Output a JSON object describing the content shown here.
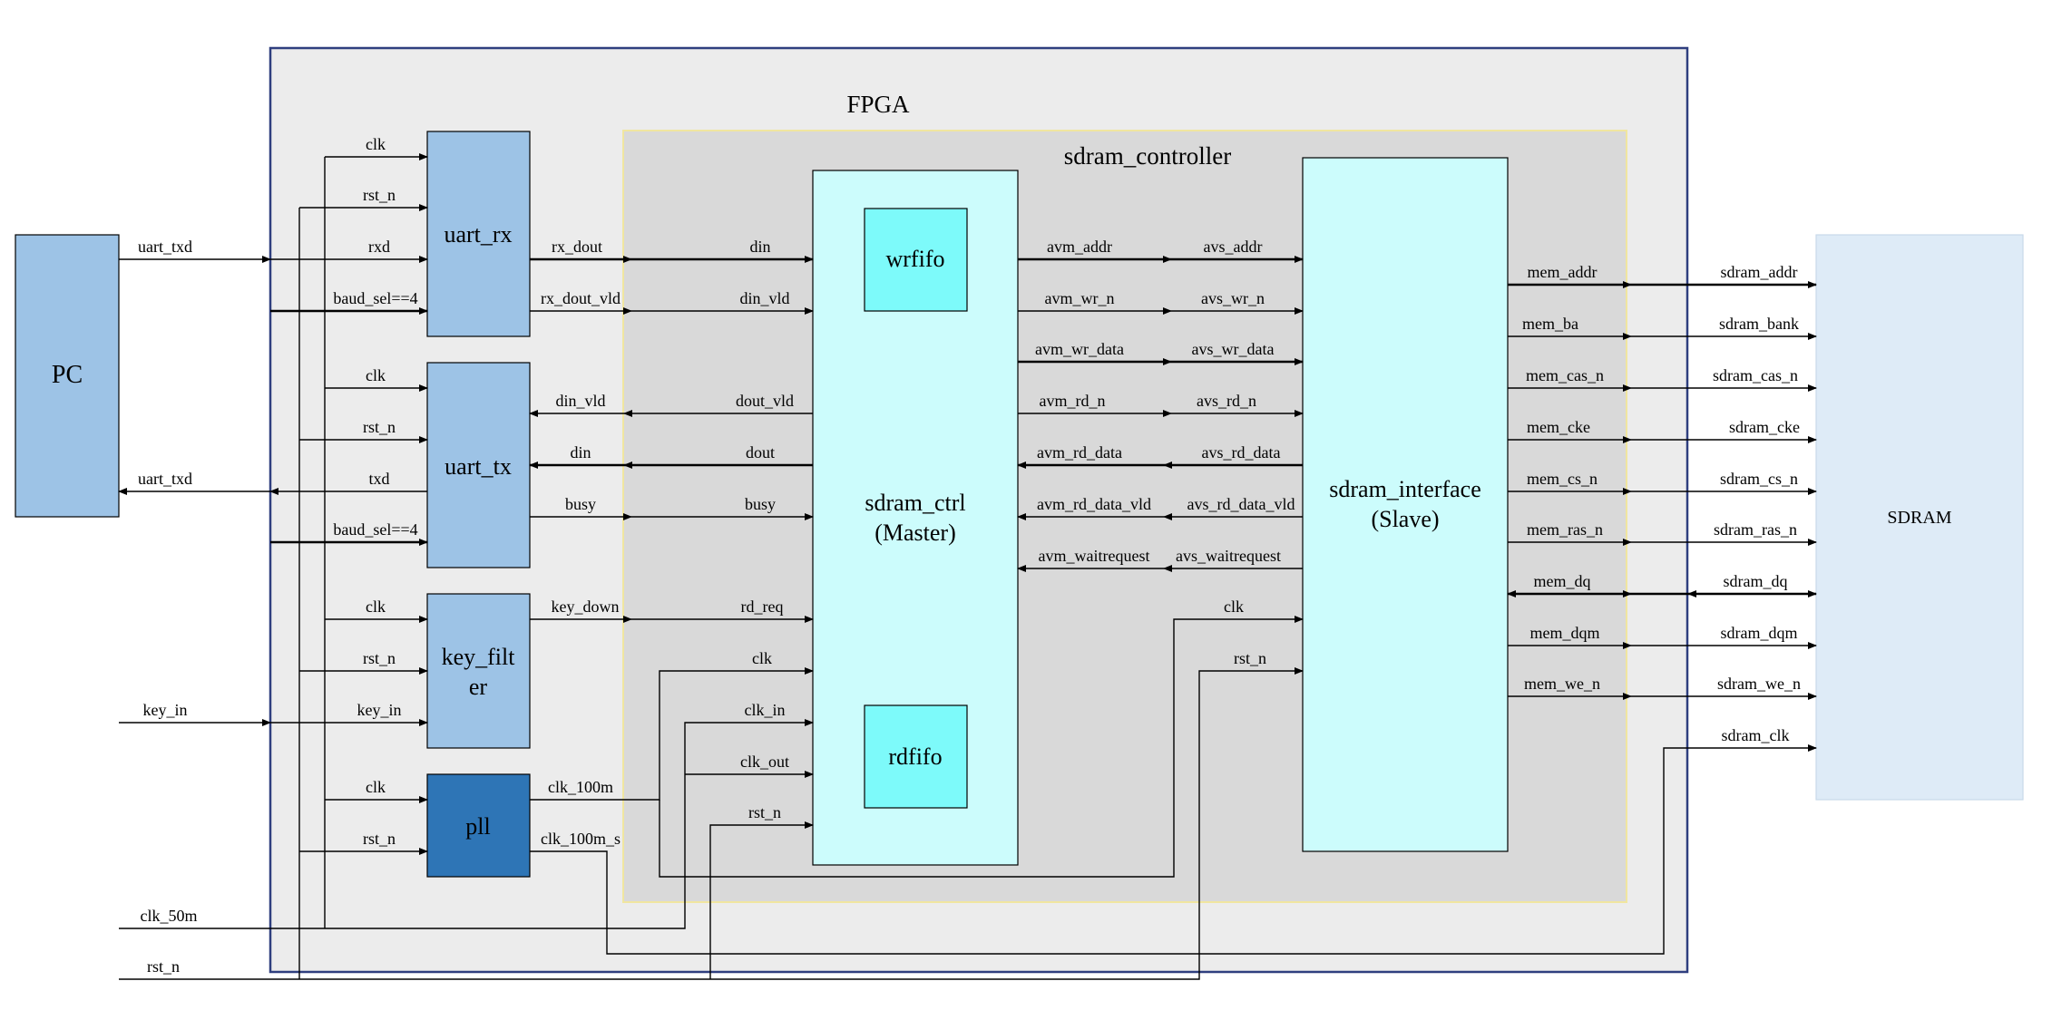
{
  "colors": {
    "fpga_bg": "#ececec",
    "fpga_border": "#2f3f7f",
    "controller_bg": "#d9d9d9",
    "controller_border": "#f0e6a0",
    "module_light": "#9dc3e6",
    "module_dark": "#2e75b6",
    "core_cyan": "#ccfcfc",
    "fifo_cyan": "#7dfafa",
    "sdram_bg": "#deebf7",
    "wire": "#000000"
  },
  "blocks": {
    "fpga": "FPGA",
    "sdram_controller": "sdram_controller",
    "pc": "PC",
    "sdram": "SDRAM",
    "uart_rx": "uart_rx",
    "uart_tx": "uart_tx",
    "key_filter_line1": "key_filt",
    "key_filter_line2": "er",
    "pll": "pll",
    "sdram_ctrl_line1": "sdram_ctrl",
    "sdram_ctrl_line2": "(Master)",
    "sdram_interface_line1": "sdram_interface",
    "sdram_interface_line2": "(Slave)",
    "wrfifo": "wrfifo",
    "rdfifo": "rdfifo"
  },
  "signals": {
    "pc_uart_txd_in": "uart_txd",
    "pc_uart_txd_out": "uart_txd",
    "key_in_ext": "key_in",
    "clk_50m": "clk_50m",
    "rst_n_ext": "rst_n",
    "uart_rx_clk": "clk",
    "uart_rx_rst_n": "rst_n",
    "uart_rx_rxd": "rxd",
    "uart_rx_baud_sel": "baud_sel==4",
    "uart_tx_clk": "clk",
    "uart_tx_rst_n": "rst_n",
    "uart_tx_txd": "txd",
    "uart_tx_baud_sel": "baud_sel==4",
    "key_filter_clk": "clk",
    "key_filter_rst_n": "rst_n",
    "key_filter_key_in": "key_in",
    "pll_clk": "clk",
    "pll_rst_n": "rst_n",
    "rx_dout": "rx_dout",
    "rx_dout_vld": "rx_dout_vld",
    "din_vld_tx": "din_vld",
    "din_tx": "din",
    "busy_tx": "busy",
    "key_down": "key_down",
    "clk_100m": "clk_100m",
    "clk_100m_s": "clk_100m_s",
    "ctrl_din": "din",
    "ctrl_din_vld": "din_vld",
    "ctrl_dout_vld": "dout_vld",
    "ctrl_dout": "dout",
    "ctrl_busy": "busy",
    "ctrl_rd_req": "rd_req",
    "ctrl_clk": "clk",
    "ctrl_clk_in": "clk_in",
    "ctrl_clk_out": "clk_out",
    "ctrl_rst_n": "rst_n",
    "avm_addr": "avm_addr",
    "avm_wr_n": "avm_wr_n",
    "avm_wr_data": "avm_wr_data",
    "avm_rd_n": "avm_rd_n",
    "avm_rd_data": "avm_rd_data",
    "avm_rd_data_vld": "avm_rd_data_vld",
    "avm_waitrequest": "avm_waitrequest",
    "avs_addr": "avs_addr",
    "avs_wr_n": "avs_wr_n",
    "avs_wr_data": "avs_wr_data",
    "avs_rd_n": "avs_rd_n",
    "avs_rd_data": "avs_rd_data",
    "avs_rd_data_vld": "avs_rd_data_vld",
    "avs_waitrequest": "avs_waitrequest",
    "if_clk": "clk",
    "if_rst_n": "rst_n",
    "mem_addr": "mem_addr",
    "mem_ba": "mem_ba",
    "mem_cas_n": "mem_cas_n",
    "mem_cke": "mem_cke",
    "mem_cs_n": "mem_cs_n",
    "mem_ras_n": "mem_ras_n",
    "mem_dq": "mem_dq",
    "mem_dqm": "mem_dqm",
    "mem_we_n": "mem_we_n",
    "sdram_addr": "sdram_addr",
    "sdram_bank": "sdram_bank",
    "sdram_cas_n": "sdram_cas_n",
    "sdram_cke": "sdram_cke",
    "sdram_cs_n": "sdram_cs_n",
    "sdram_ras_n": "sdram_ras_n",
    "sdram_dq": "sdram_dq",
    "sdram_dqm": "sdram_dqm",
    "sdram_we_n": "sdram_we_n",
    "sdram_clk": "sdram_clk"
  }
}
